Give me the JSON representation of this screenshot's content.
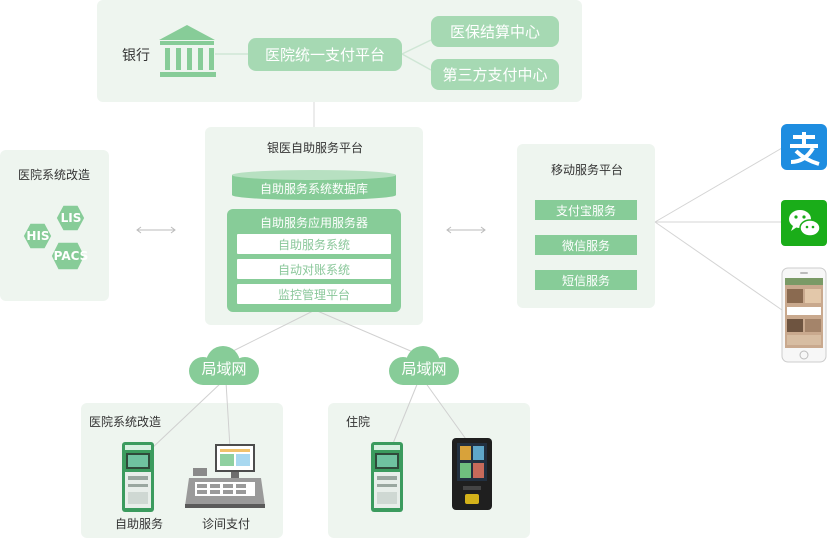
{
  "top": {
    "bank_label": "银行",
    "unified_platform": "医院统一支付平台",
    "medical_insurance": "医保结算中心",
    "third_party": "第三方支付中心"
  },
  "center": {
    "title": "银医自助服务平台",
    "database": "自助服务系统数据库",
    "app_server": "自助服务应用服务器",
    "modules": [
      "自助服务系统",
      "自动对账系统",
      "监控管理平台"
    ]
  },
  "left": {
    "title": "医院系统改造",
    "hex": [
      "HIS",
      "LIS",
      "PACS"
    ]
  },
  "mobile": {
    "title": "移动服务平台",
    "services": [
      "支付宝服务",
      "微信服务",
      "短信服务"
    ]
  },
  "lan": [
    "局域网",
    "局域网"
  ],
  "bottom_left": {
    "title": "医院系统改造",
    "items": [
      "自助服务",
      "诊间支付"
    ]
  },
  "bottom_right": {
    "title": "住院"
  },
  "colors": {
    "panel": "#eef5ef",
    "green": "#87cc98",
    "light_green": "#a6d9b3",
    "alipay": "#1e8de0",
    "wechat": "#1aad19"
  },
  "icons": [
    "bank-icon",
    "alipay-icon",
    "wechat-icon",
    "phone-icon",
    "kiosk-icon",
    "pos-terminal-icon",
    "wall-kiosk-icon"
  ]
}
